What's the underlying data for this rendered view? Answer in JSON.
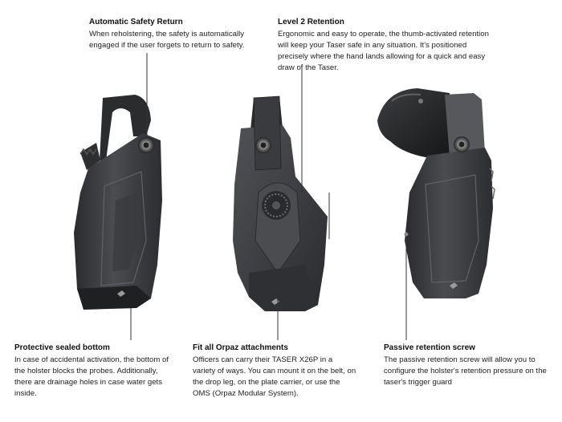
{
  "callouts": [
    {
      "title": "Automatic Safety Return",
      "body": "When reholstering, the safety is automatically engaged if the user forgets to return to safety."
    },
    {
      "title": "Level 2 Retention",
      "body": "Ergonomic and easy to operate, the thumb-activated retention will keep your Taser safe in any situation. It's positioned precisely where the hand lands allowing for a quick and easy draw of the Taser."
    },
    {
      "title": "Protective sealed bottom",
      "body": "In case of accidental activation, the bottom of the holster blocks the probes. Additionally, there are drainage holes in case water gets inside."
    },
    {
      "title": "Fit all Orpaz attachments",
      "body": "Officers can carry their TASER X26P in a variety of ways. You can mount it on the belt, on the drop leg, on the plate carrier, or use the OMS (Orpaz Modular System)."
    },
    {
      "title": "Passive retention screw",
      "body": "The passive retention screw will allow you to configure the holster's retention pressure on the taser's trigger guard"
    }
  ],
  "colors": {
    "holster": "#3a3b3d",
    "holster_dark": "#1f2022",
    "holster_light": "#5a5c60",
    "text": "#222222"
  }
}
